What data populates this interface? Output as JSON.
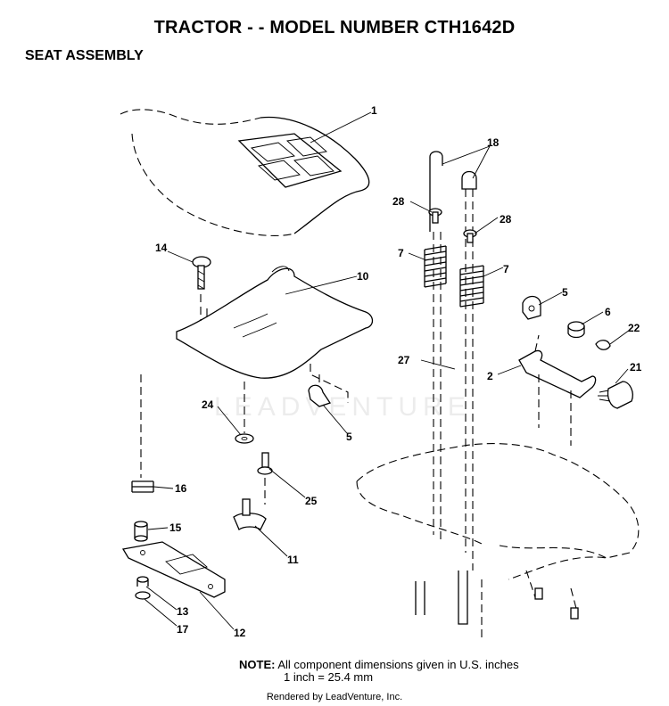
{
  "header": {
    "title": "TRACTOR - - MODEL NUMBER CTH1642D",
    "subtitle": "SEAT ASSEMBLY"
  },
  "callouts": [
    "1",
    "18",
    "28",
    "28",
    "14",
    "10",
    "7",
    "7",
    "5",
    "6",
    "22",
    "27",
    "2",
    "21",
    "24",
    "5",
    "16",
    "25",
    "15",
    "11",
    "13",
    "12",
    "17"
  ],
  "note": {
    "label": "NOTE:",
    "line1": "All component dimensions given in U.S. inches",
    "line2": "1 inch = 25.4 mm"
  },
  "watermark": "LEADVENTURE",
  "footer": "Rendered by LeadVenture, Inc."
}
